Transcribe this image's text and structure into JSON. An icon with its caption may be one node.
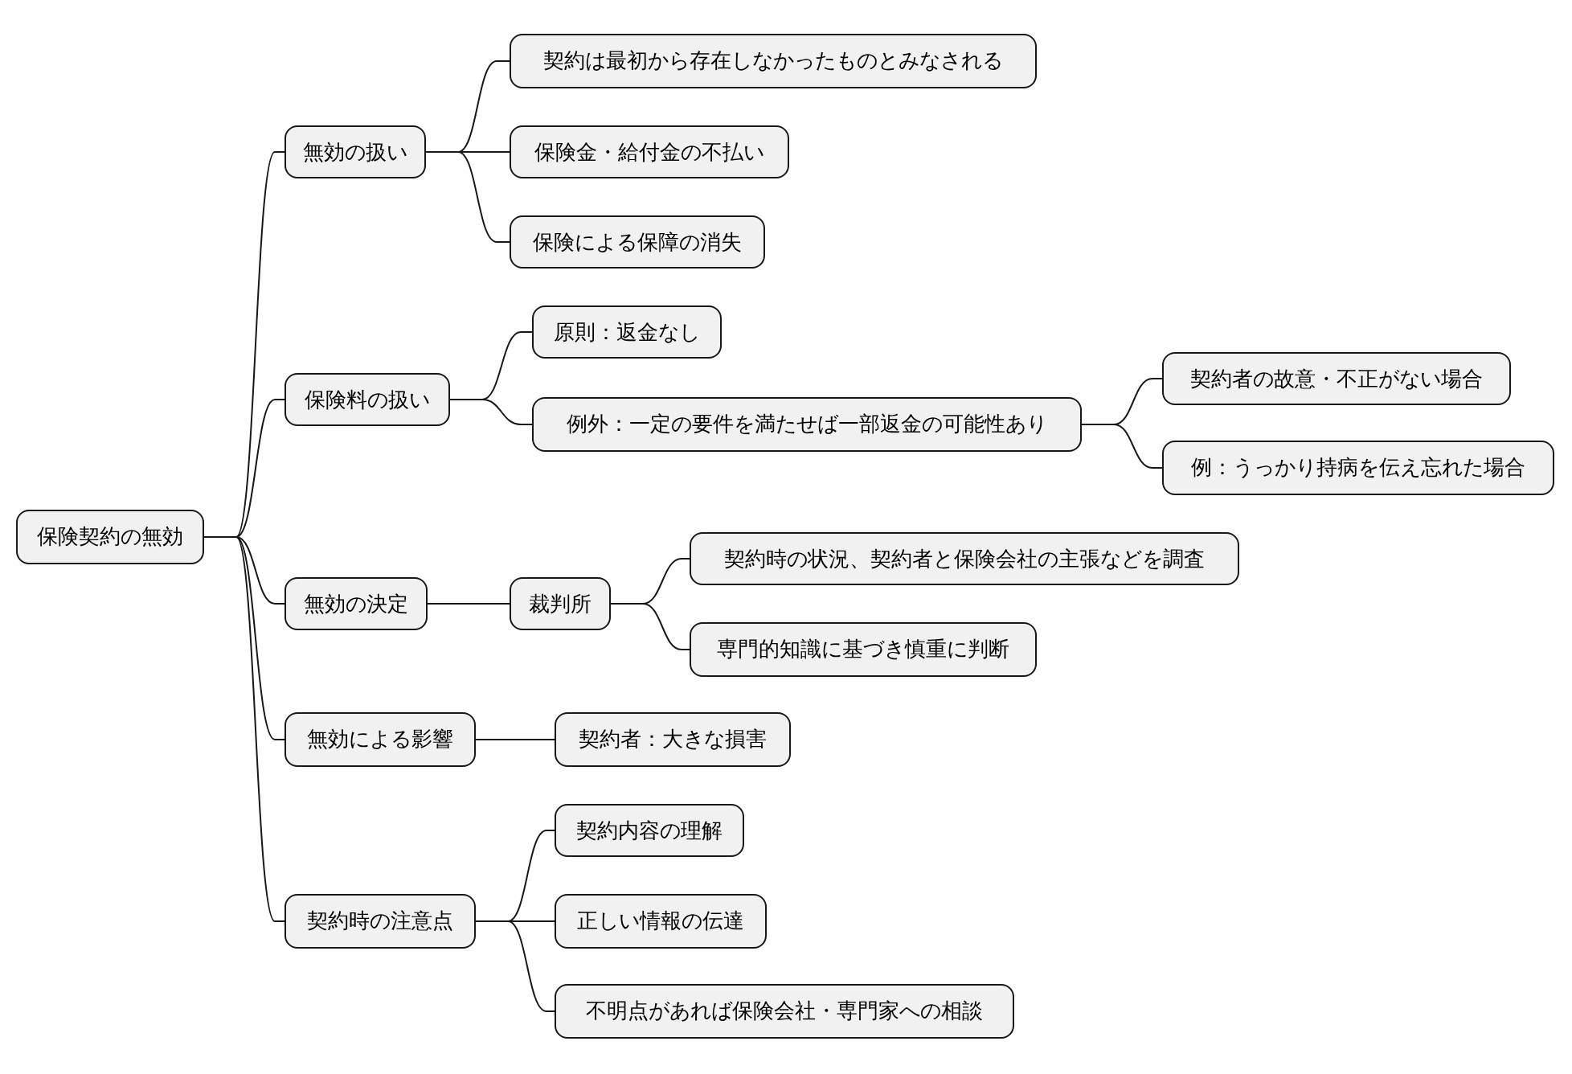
{
  "diagram": {
    "nodes": [
      {
        "text": [
          "保険契約の無効"
        ]
      },
      {
        "text": [
          "無効の扱い"
        ]
      },
      {
        "text": [
          "契約は最初から存在しなかったものとみなされる"
        ]
      },
      {
        "text": [
          "保険金・給付金の不払い"
        ]
      },
      {
        "text": [
          "保険による保障の消失"
        ]
      },
      {
        "text": [
          "保険料の扱い"
        ]
      },
      {
        "text": [
          "原則：返金なし"
        ]
      },
      {
        "text": [
          "例外：一定の要件を満たせば一部返金の可能性あり"
        ]
      },
      {
        "text": [
          "契約者の故意・不正がない場合"
        ]
      },
      {
        "text": [
          "例：うっかり持病を伝え忘れた場合"
        ]
      },
      {
        "text": [
          "無効の決定"
        ]
      },
      {
        "text": [
          "裁判所"
        ]
      },
      {
        "text": [
          "契約時の状況、契約者と保険会社の主張などを調査"
        ]
      },
      {
        "text": [
          "専門的知識に基づき慎重に判断"
        ]
      },
      {
        "text": [
          "無効による影響"
        ]
      },
      {
        "text": [
          "契約者：大きな損害"
        ]
      },
      {
        "text": [
          "契約時の注意点"
        ]
      },
      {
        "text": [
          "契約内容の理解"
        ]
      },
      {
        "text": [
          "正しい情報の伝達"
        ]
      },
      {
        "text": [
          "不明点があれば保険会社・専門家への相談"
        ]
      }
    ],
    "edges": [
      {
        "from": 0,
        "to": 1,
        "arrow": "none"
      },
      {
        "from": 1,
        "to": 2,
        "arrow": "none"
      },
      {
        "from": 1,
        "to": 3,
        "arrow": "none"
      },
      {
        "from": 1,
        "to": 4,
        "arrow": "none"
      },
      {
        "from": 0,
        "to": 5,
        "arrow": "none"
      },
      {
        "from": 5,
        "to": 6,
        "arrow": "none"
      },
      {
        "from": 5,
        "to": 7,
        "arrow": "none"
      },
      {
        "from": 7,
        "to": 8,
        "arrow": "none"
      },
      {
        "from": 7,
        "to": 9,
        "arrow": "none"
      },
      {
        "from": 0,
        "to": 10,
        "arrow": "none"
      },
      {
        "from": 10,
        "to": 11,
        "arrow": "none"
      },
      {
        "from": 11,
        "to": 12,
        "arrow": "none"
      },
      {
        "from": 11,
        "to": 13,
        "arrow": "none"
      },
      {
        "from": 0,
        "to": 14,
        "arrow": "none"
      },
      {
        "from": 14,
        "to": 15,
        "arrow": "none"
      },
      {
        "from": 0,
        "to": 16,
        "arrow": "none"
      },
      {
        "from": 16,
        "to": 17,
        "arrow": "none"
      },
      {
        "from": 16,
        "to": 18,
        "arrow": "none"
      },
      {
        "from": 16,
        "to": 19,
        "arrow": "none"
      }
    ]
  }
}
